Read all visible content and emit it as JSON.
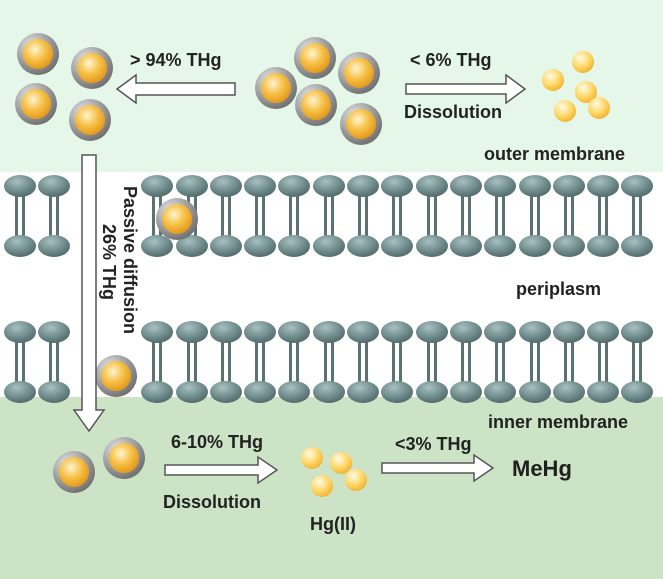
{
  "labels": {
    "pct_94": "> 94% THg",
    "pct_6": "< 6% THg",
    "dissolution_top": "Dissolution",
    "outer_membrane": "outer membrane",
    "passive_diffusion": "Passive diffusion",
    "pct_26": "26% THg",
    "periplasm": "periplasm",
    "inner_membrane": "inner membrane",
    "pct_6_10": "6-10% THg",
    "dissolution_bottom": "Dissolution",
    "hg_ii": "Hg(II)",
    "pct_3": "<3% THg",
    "mehg": "MeHg"
  },
  "colors": {
    "extracellular_bg": "#e4f7e9",
    "cytoplasm_bg": "#cce4c5",
    "lipid_head": "#6e8a8b",
    "lipid_tail": "#5a7273",
    "particle_rim": "#8d8d8d",
    "particle_core": "#f6c045",
    "ion": "#ffd766",
    "arrow_stroke": "#555555"
  }
}
